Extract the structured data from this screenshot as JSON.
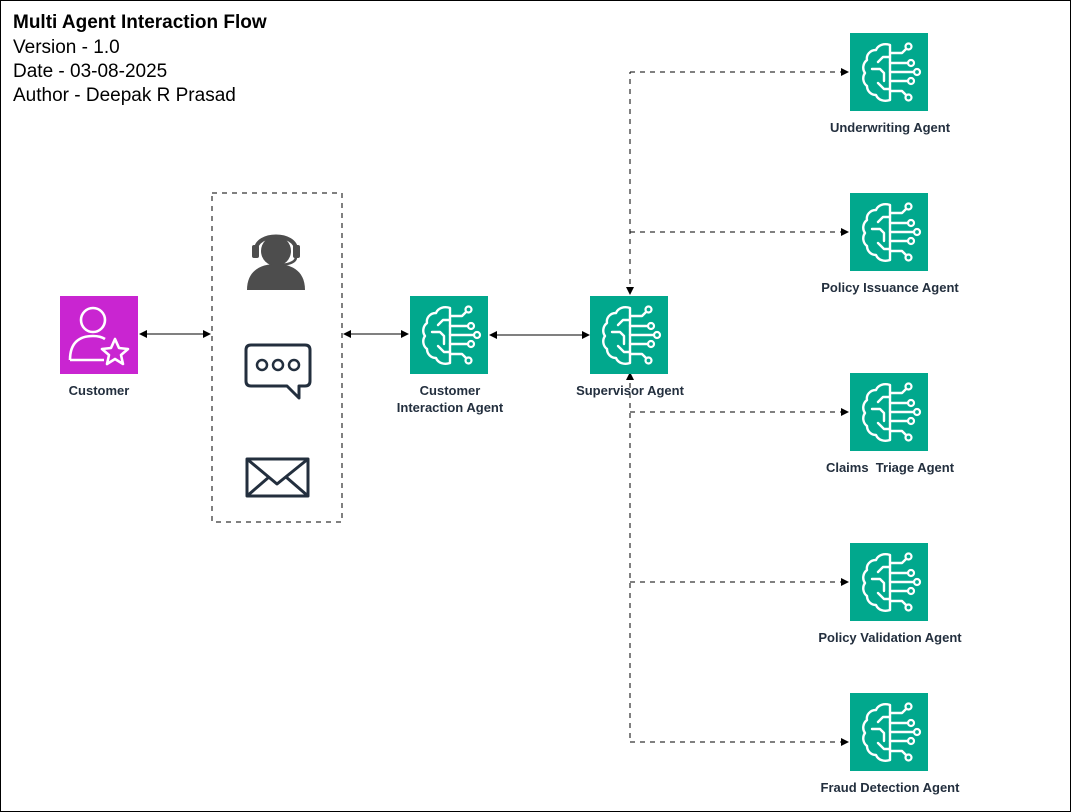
{
  "header": {
    "title": "Multi Agent Interaction Flow",
    "version": "Version - 1.0",
    "date": "Date - 03-08-2025",
    "author": "Author - Deepak R Prasad"
  },
  "colors": {
    "customer_icon": "#c925d1",
    "agent_icon": "#01a88d",
    "label_text": "#232f3e",
    "channel_icon": "#4d4d4d"
  },
  "nodes": {
    "customer": {
      "label": "Customer",
      "icon": "user-star-icon"
    },
    "channels": {
      "items": [
        {
          "icon": "headset-agent-icon"
        },
        {
          "icon": "chat-bubble-icon"
        },
        {
          "icon": "envelope-icon"
        }
      ]
    },
    "customer_interaction_agent": {
      "label_line1": "Customer",
      "label_line2": "Interaction Agent",
      "icon": "ai-brain-icon"
    },
    "supervisor_agent": {
      "label": "Supervisor Agent",
      "icon": "ai-brain-icon"
    },
    "sub_agents": [
      {
        "label": "Underwriting Agent",
        "icon": "ai-brain-icon"
      },
      {
        "label": "Policy Issuance Agent",
        "icon": "ai-brain-icon"
      },
      {
        "label": "Claims  Triage Agent",
        "icon": "ai-brain-icon"
      },
      {
        "label": "Policy Validation Agent",
        "icon": "ai-brain-icon"
      },
      {
        "label": "Fraud Detection Agent",
        "icon": "ai-brain-icon"
      }
    ]
  }
}
